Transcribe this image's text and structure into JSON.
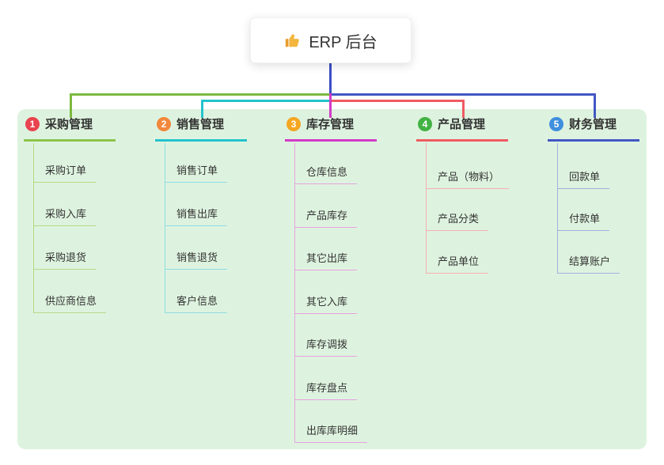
{
  "root": {
    "title": "ERP 后台",
    "icon": "thumbs-up-icon"
  },
  "branches": [
    {
      "badge": "1",
      "label": "采购管理",
      "children": [
        "采购订单",
        "采购入库",
        "采购退货",
        "供应商信息"
      ]
    },
    {
      "badge": "2",
      "label": "销售管理",
      "children": [
        "销售订单",
        "销售出库",
        "销售退货",
        "客户信息"
      ]
    },
    {
      "badge": "3",
      "label": "库存管理",
      "children": [
        "仓库信息",
        "产品库存",
        "其它出库",
        "其它入库",
        "库存调拨",
        "库存盘点",
        "出库库明细"
      ]
    },
    {
      "badge": "4",
      "label": "产品管理",
      "children": [
        "产品（物料）",
        "产品分类",
        "产品单位"
      ]
    },
    {
      "badge": "5",
      "label": "财务管理",
      "children": [
        "回款单",
        "付款单",
        "结算账户"
      ]
    }
  ],
  "colors": {
    "background_panel": "#def3df",
    "root_stem": "#3b4ec4",
    "branch_1_line": "#8bc34a",
    "branch_2_line": "#23c3cd",
    "branch_3_line": "#d23bc7",
    "branch_4_line": "#ef5b63",
    "branch_5_line": "#4257c4",
    "badge_1": "#e8434f",
    "badge_2": "#f2883c",
    "badge_3": "#f5a623",
    "badge_4": "#43b244",
    "badge_5": "#3f8fdd"
  }
}
